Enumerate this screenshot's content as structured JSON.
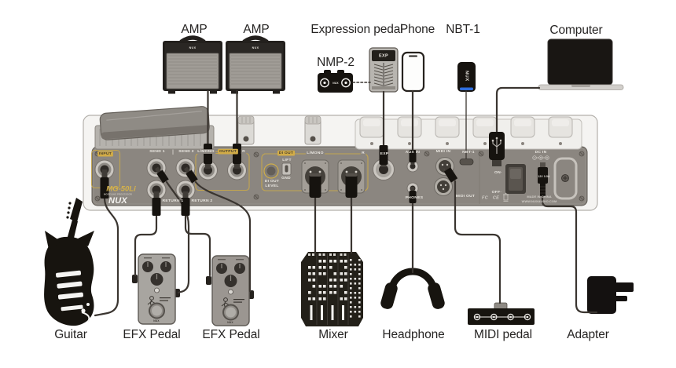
{
  "colors": {
    "background": "#ffffff",
    "panel": "#8b8680",
    "accent_yellow": "#d2ac47",
    "cable": "#3a3530",
    "nbt_blue": "#2f6fe0"
  },
  "labels": {
    "amp1": "AMP",
    "amp2": "AMP",
    "nmp2": "NMP-2",
    "expression_pedal": "Expression pedal",
    "phone": "Phone",
    "nbt1": "NBT-1",
    "computer": "Computer",
    "guitar": "Guitar",
    "efx_pedal_1": "EFX Pedal",
    "efx_pedal_2": "EFX Pedal",
    "mixer": "Mixer",
    "headphone": "Headphone",
    "midi_pedal": "MIDI pedal",
    "adapter": "Adapter"
  },
  "panel": {
    "input": "INPUT",
    "send1": "SEND 1",
    "send2": "SEND 2",
    "return1": "RETURN 1",
    "return2": "RETURN 2",
    "l_mono": "L/MONO",
    "output": "OUTPUT",
    "r": "R",
    "di_out": "DI OUT",
    "di_l_mono": "L/MONO",
    "di_r": "R",
    "lift": "LIFT",
    "gnd": "GND",
    "di_level_1": "DI OUT",
    "di_level_2": "LEVEL",
    "exp": "EXP",
    "aux_in": "AUX IN",
    "phones": "PHONES",
    "midi_in": "MIDI IN",
    "midi_out": "MIDI OUT",
    "nbt_port": "NBT-1",
    "on": "ON·",
    "off": "OFF·",
    "dc_in": "DC IN",
    "dc_rating": "12V 0.5A",
    "fcc": "FC",
    "ce": "CE",
    "made_in": "MADE IN CHINA",
    "website": "WWW.NUXAUDIO.COM",
    "model": "MG-50Li",
    "model_subtitle": "MODELING PROCESSOR",
    "brand": "NUX"
  },
  "brands": {
    "amp": "NUX",
    "nmp2": "NUX",
    "nbt1": "NUX",
    "exp_pedal": "EXP",
    "efx_pedal": "NUX"
  }
}
